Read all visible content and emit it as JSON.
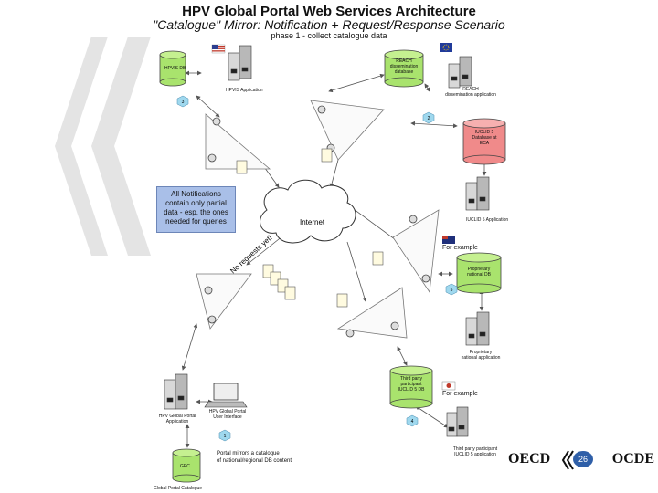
{
  "title": "HPV Global Portal Web Services Architecture",
  "subtitle": "\"Catalogue\" Mirror: Notification + Request/Response Scenario",
  "phase": "phase 1 - collect catalogue data",
  "note": {
    "line1": "All Notifications",
    "line2": "contain only partial",
    "line3": "data - esp. the ones",
    "line4": "needed for queries"
  },
  "internet": "Internet",
  "no_requests": "No requests yet!",
  "nodes": {
    "hpvis_db": "HPVIS DB",
    "hpvis_app": "HPVIS Application",
    "reach_db_l1": "REACH",
    "reach_db_l2": "dissemination",
    "reach_db_l3": "database",
    "reach_app_l1": "REACH",
    "reach_app_l2": "dissemination application",
    "iuclid_db_l1": "IUCLID 5",
    "iuclid_db_l2": "Database at",
    "iuclid_db_l3": "ECA",
    "iuclid_app": "IUCLID 5 Application",
    "for_example_1": "For example",
    "proprietary_db_l1": "Proprietary",
    "proprietary_db_l2": "national DB",
    "proprietary_app_l1": "Proprietary",
    "proprietary_app_l2": "national application",
    "third_db_l1": "Third party",
    "third_db_l2": "participant",
    "third_db_l3": "IUCLID 5 DB",
    "for_example_2": "For example",
    "third_app_l1": "Third party participant",
    "third_app_l2": "IUCLID 5 application",
    "gpc": "GPC",
    "gpc_label": "Global Portal Catalogue",
    "gp_app_l1": "HPV Global Portal",
    "gp_app_l2": "Application",
    "gp_ui_l1": "HPV Global Portal",
    "gp_ui_l2": "User Interface",
    "mirror_l1": "Portal mirrors a catalogue",
    "mirror_l2": "of national/regional DB content"
  },
  "badges": [
    "3",
    "2",
    "5",
    "4",
    "1"
  ],
  "footer": {
    "left": "OECD",
    "page": "26",
    "right": "OCDE"
  },
  "colors": {
    "db_green": "#a9e36d",
    "db_red": "#f08a8a",
    "note_blue": "#a9bfe8",
    "badge_blue": "#9fd8ee",
    "chevron_grey": "#e4e4e4",
    "oecd_blue": "#2f5fa8"
  }
}
